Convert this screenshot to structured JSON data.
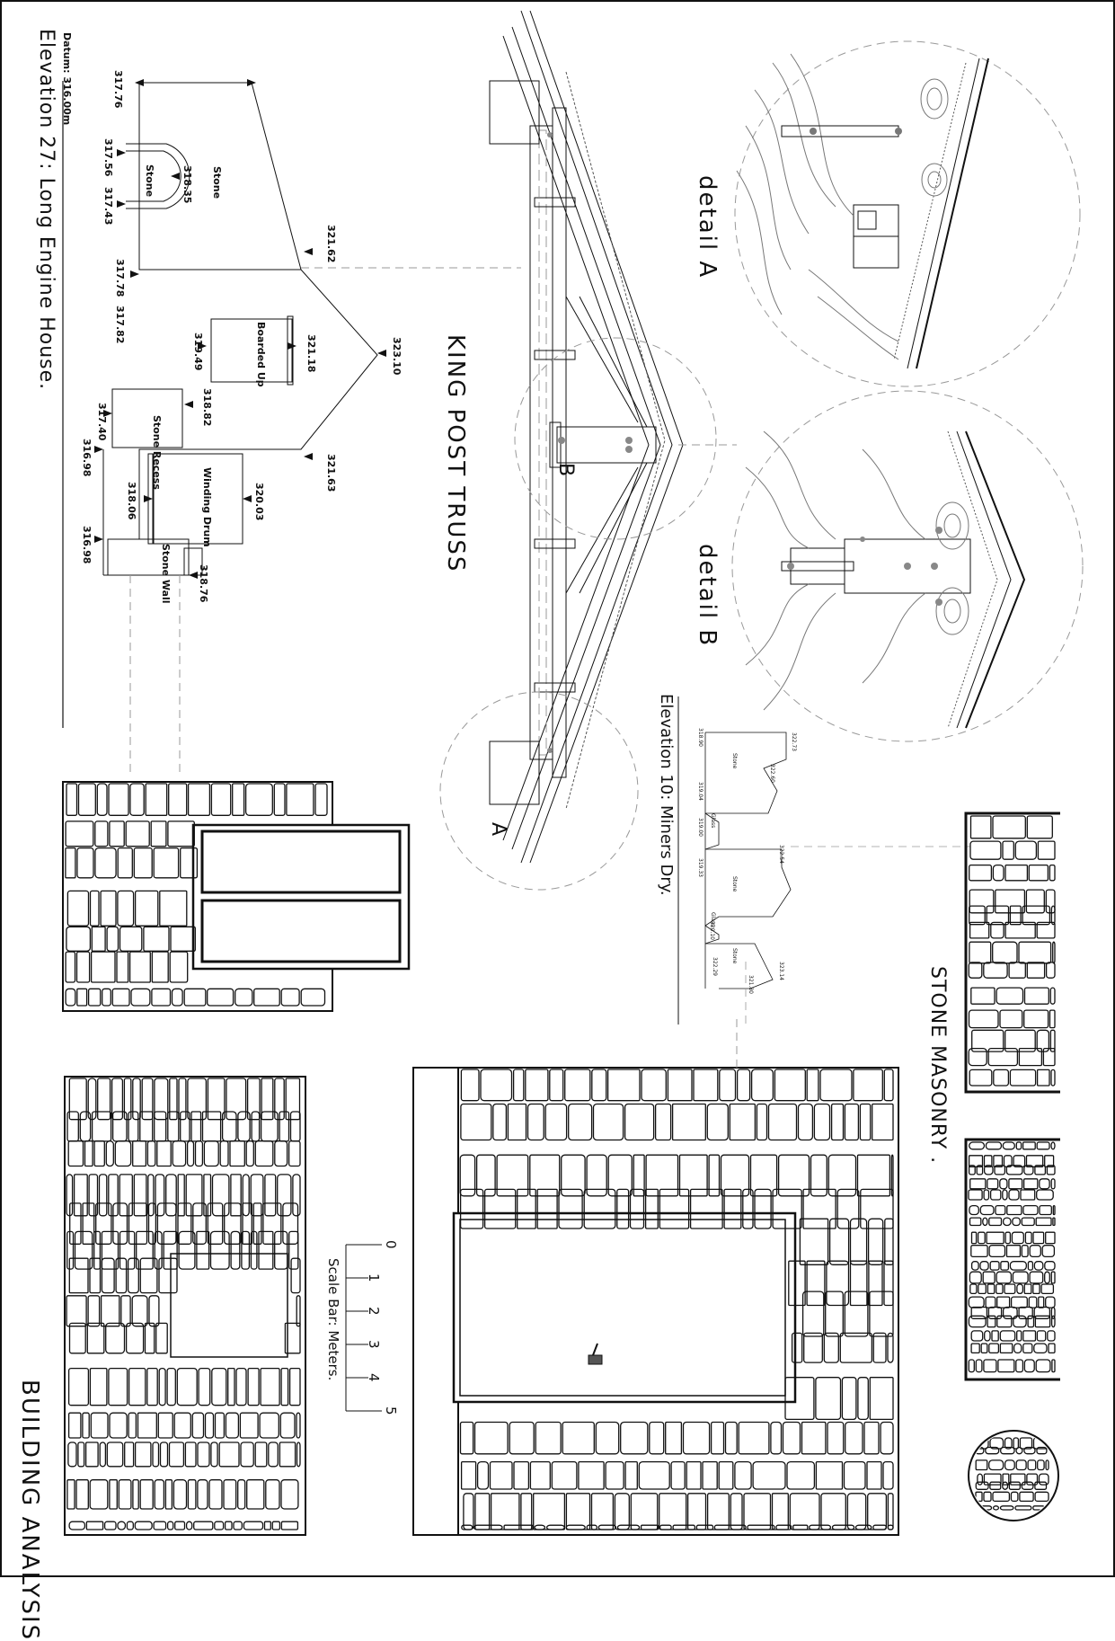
{
  "sheet": {
    "title": "BUILDING ANALYSIS",
    "truss_title": "KING POST TRUSS",
    "masonry_title": "STONE MASONRY .",
    "detail_a_title": "detail A",
    "detail_b_title": "detail B",
    "callout_a": "A",
    "callout_b": "B"
  },
  "elevation27": {
    "title": "Elevation  27:  Long  Engine  House.",
    "datum": "Datum:  316.00m",
    "levels": {
      "l1": "317.76",
      "l2": "317.56",
      "l3": "318.35",
      "l4": "317.43",
      "l5": "321.62",
      "l6": "317.78",
      "l7": "317.82",
      "l8": "321.18",
      "l9": "319.49",
      "l10": "323.10",
      "l11": "318.82",
      "l12": "317.40",
      "l13": "316.98",
      "l14": "321.63",
      "l15": "320.03",
      "l16": "318.06",
      "l17": "316.98",
      "l18": "318.76"
    },
    "materials": {
      "stone": "Stone",
      "stone_arch": "Stone",
      "boarded_up": "Boarded Up",
      "stone_recess": "Stone Recess",
      "winding_drum": "Winding Drum",
      "stone_wall": "Stone Wall"
    }
  },
  "elevation10": {
    "title": "Elevation 10: Miners Dry.",
    "levels": {
      "m1": "322.73",
      "m2": "322.60",
      "m3": "318.90",
      "m4": "319.04",
      "m5": "319.00",
      "m6": "322.54",
      "m7": "319.33",
      "m8": "320.10",
      "m9": "323.14",
      "m10": "322.29",
      "m11": "321.80"
    },
    "materials": {
      "stone1": "Stone",
      "glass1": "Glass",
      "stone2": "Stone",
      "glass2": "Glass",
      "stone3": "Stone"
    }
  },
  "scale_bar": {
    "label": "Scale Bar:  Meters.",
    "ticks": [
      "0",
      "1",
      "2",
      "3",
      "4",
      "5"
    ]
  },
  "colors": {
    "ink": "#111111",
    "paper": "#ffffff",
    "dash": "#9a9a9a",
    "grain": "#6a6a6a"
  }
}
